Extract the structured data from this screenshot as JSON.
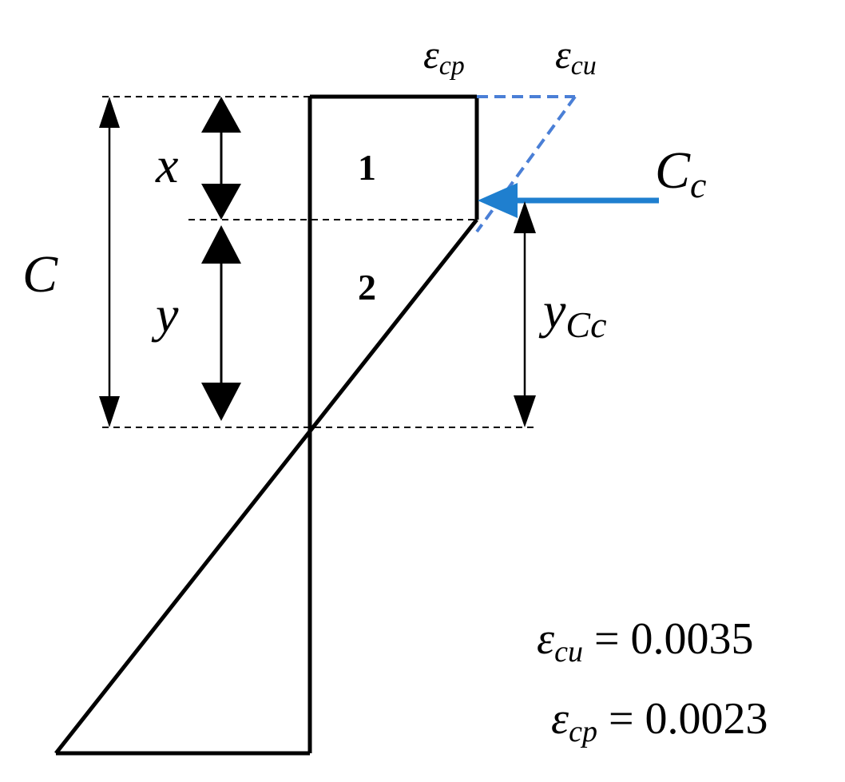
{
  "labels": {
    "eps_cp_top": "ε",
    "eps_cp_top_sub": "cp",
    "eps_cu_top": "ε",
    "eps_cu_top_sub": "cu",
    "region_1": "1",
    "region_2": "2",
    "depth_c": "C",
    "depth_x": "x",
    "depth_y": "y",
    "force_cc": "C",
    "force_cc_sub": "c",
    "lever_ycc": "y",
    "lever_ycc_sub": "Cc"
  },
  "values": {
    "eps_cu_symbol": "ε",
    "eps_cu_sub": "cu",
    "eps_cu_value": " = 0.0035",
    "eps_cp_symbol": "ε",
    "eps_cp_sub": "cp",
    "eps_cp_value": " = 0.0023"
  },
  "colors": {
    "line": "#000000",
    "accent": "#1f7fcf",
    "dashed_accent": "#4a7fd6"
  }
}
